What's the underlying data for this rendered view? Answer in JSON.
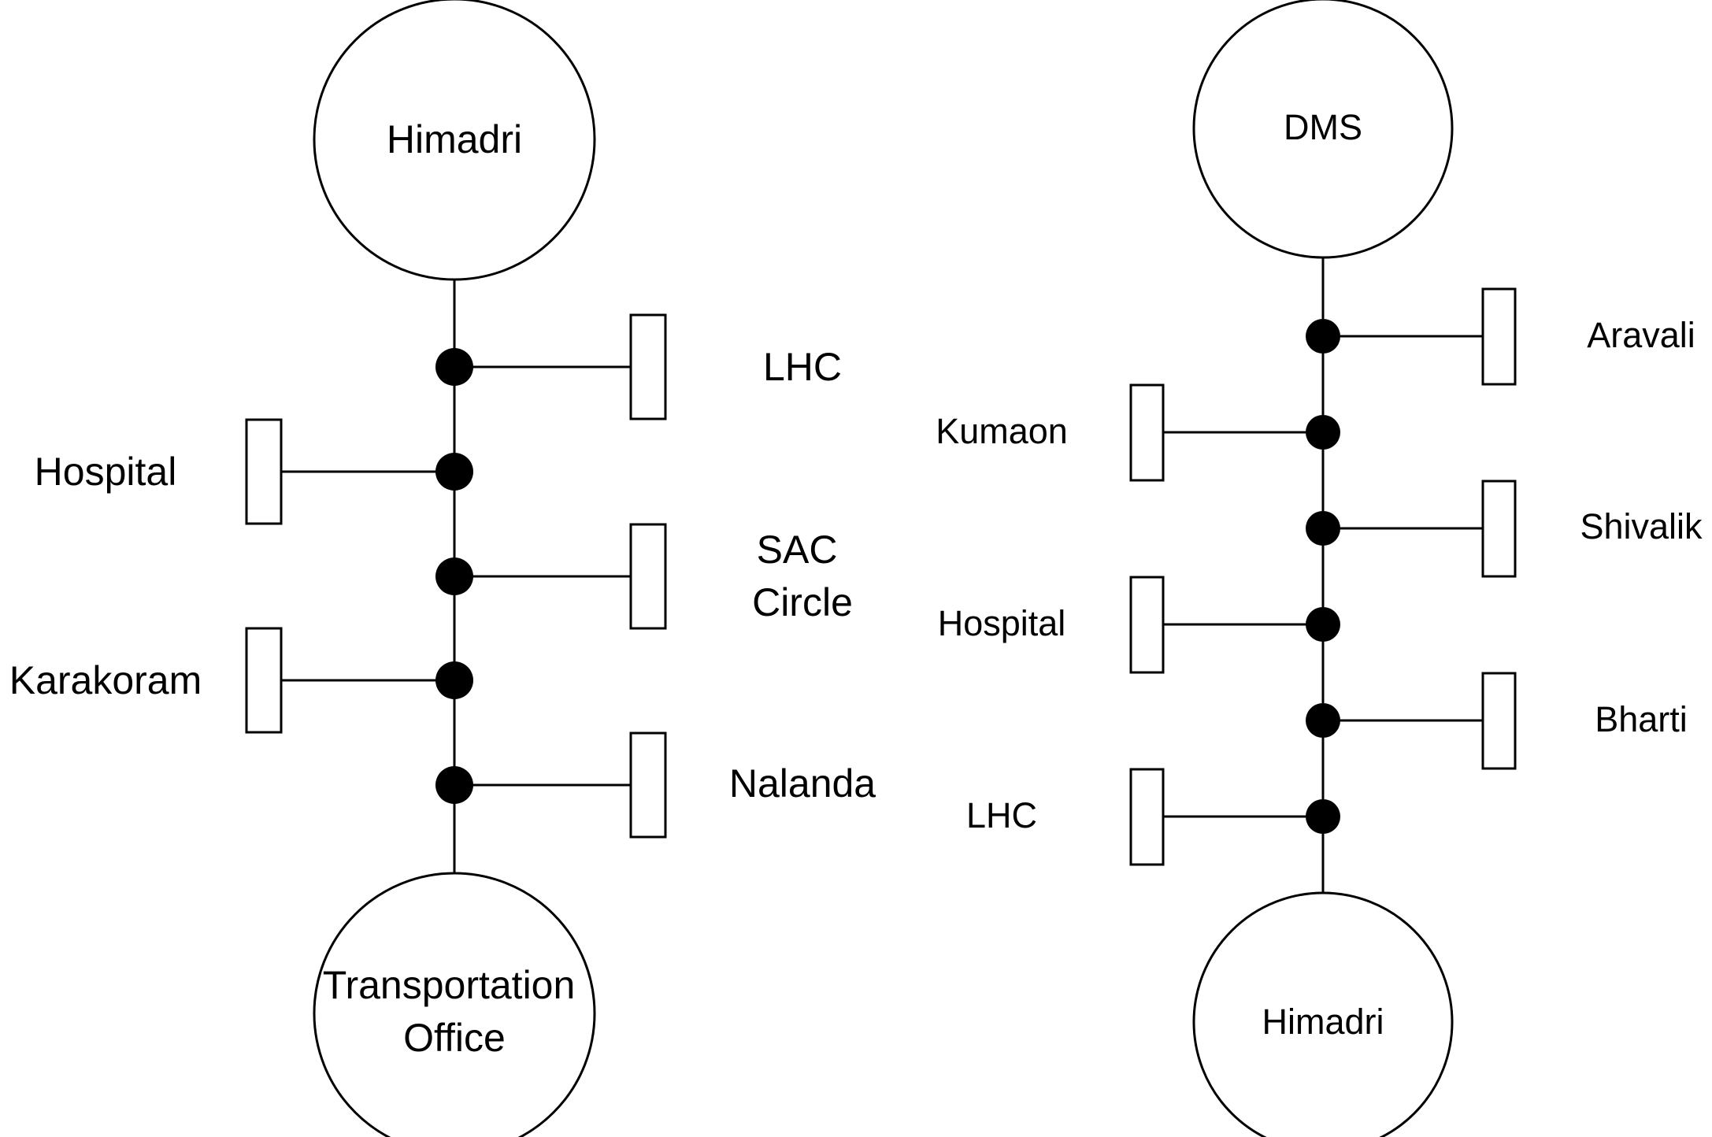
{
  "routes": [
    {
      "start": "Himadri",
      "end_lines": [
        "Transportation",
        "Office"
      ],
      "stops": [
        {
          "label_lines": [
            "LHC"
          ],
          "side": "right"
        },
        {
          "label_lines": [
            "Hospital"
          ],
          "side": "left"
        },
        {
          "label_lines": [
            "SAC",
            "Circle"
          ],
          "side": "right"
        },
        {
          "label_lines": [
            "Karakoram"
          ],
          "side": "left"
        },
        {
          "label_lines": [
            "Nalanda"
          ],
          "side": "right"
        }
      ]
    },
    {
      "start": "DMS",
      "end_lines": [
        "Himadri"
      ],
      "stops": [
        {
          "label_lines": [
            "Aravali"
          ],
          "side": "right"
        },
        {
          "label_lines": [
            "Kumaon"
          ],
          "side": "left"
        },
        {
          "label_lines": [
            "Shivalik"
          ],
          "side": "right"
        },
        {
          "label_lines": [
            "Hospital"
          ],
          "side": "left"
        },
        {
          "label_lines": [
            "Bharti"
          ],
          "side": "right"
        },
        {
          "label_lines": [
            "LHC"
          ],
          "side": "left"
        }
      ]
    }
  ]
}
